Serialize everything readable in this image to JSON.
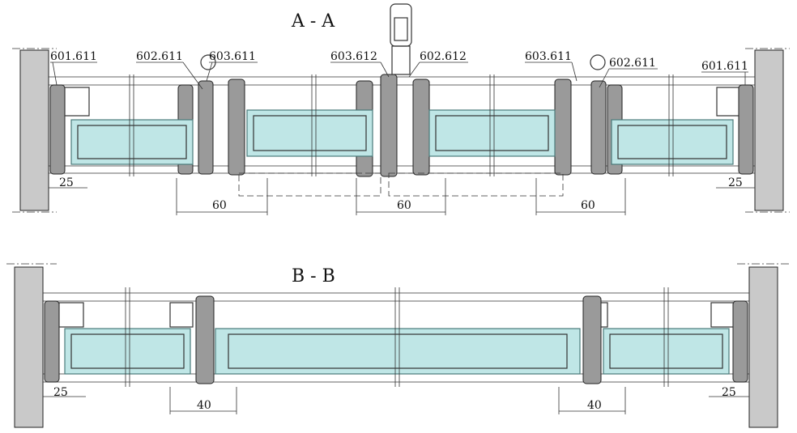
{
  "section_aa": {
    "title": "A - A",
    "codes": [
      "601.611",
      "602.611",
      "603.611",
      "603.612",
      "602.612",
      "603.611",
      "602.611",
      "601.611"
    ],
    "dims": [
      "25",
      "60",
      "60",
      "60",
      "25"
    ]
  },
  "section_bb": {
    "title": "B - B",
    "dims": [
      "25",
      "40",
      "40",
      "25"
    ]
  },
  "colors": {
    "glass": "#bfe6e6",
    "wall": "#c9c9c9",
    "line": "#333333"
  }
}
